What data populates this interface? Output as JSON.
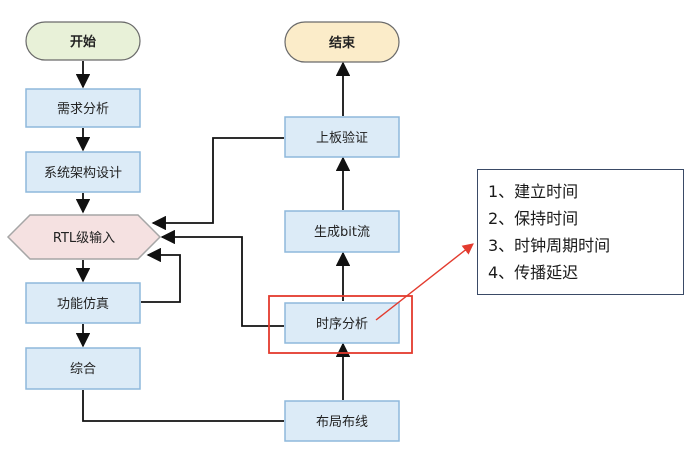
{
  "nodes": {
    "start": "开始",
    "requirements": "需求分析",
    "architecture": "系统架构设计",
    "rtl_input": "RTL级输入",
    "func_sim": "功能仿真",
    "synthesis": "综合",
    "place_route": "布局布线",
    "timing_analysis": "时序分析",
    "bitstream": "生成bit流",
    "board_verify": "上板验证",
    "end": "结束"
  },
  "note": {
    "items": [
      "1、建立时间",
      "2、保持时间",
      "3、时钟周期时间",
      "4、传播延迟"
    ]
  },
  "colors": {
    "terminal_start_fill": "#e8f1d8",
    "terminal_end_fill": "#fbecc9",
    "process_fill": "#dcebf7",
    "process_border": "#8eb8dc",
    "rtl_fill": "#f5e1e1",
    "rtl_border": "#a6a6a6",
    "highlight": "#e33b2e",
    "connector": "#111111"
  }
}
